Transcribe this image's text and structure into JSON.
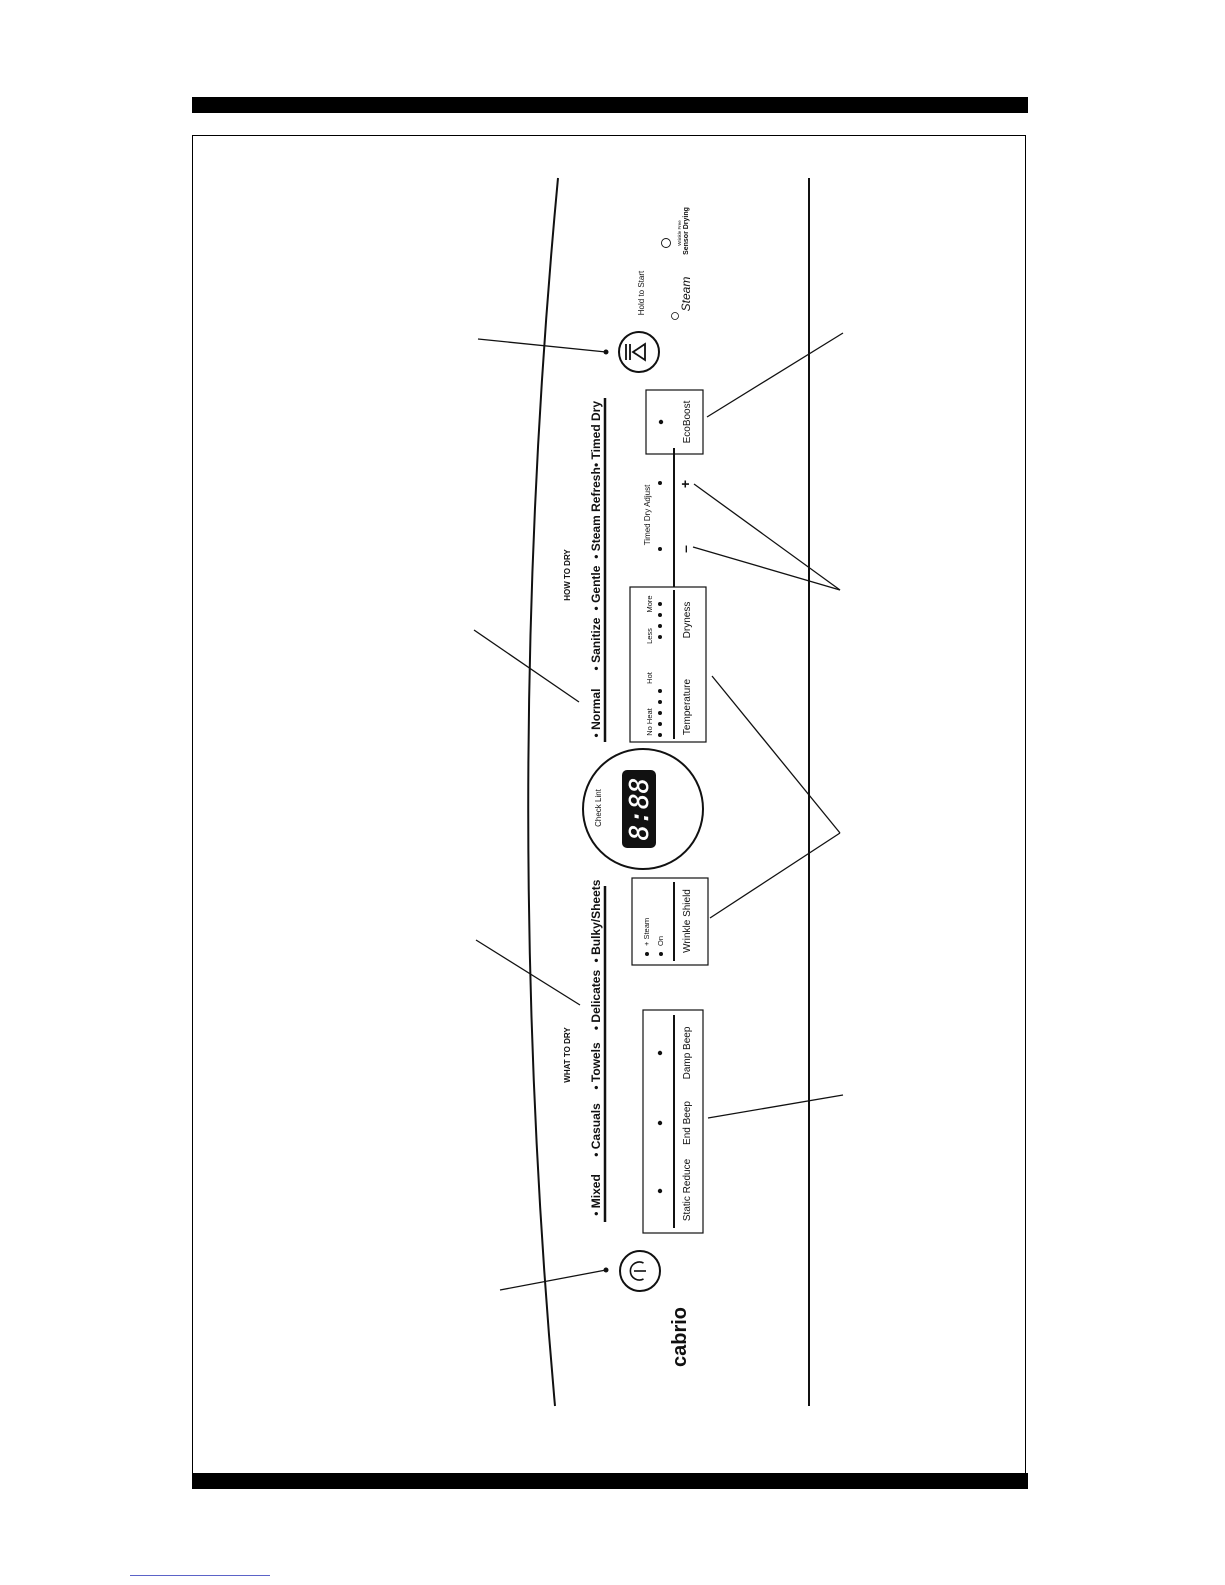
{
  "brand": "cabrio",
  "what_to_dry": {
    "heading": "WHAT TO DRY",
    "cycles": [
      "• Mixed",
      "• Casuals",
      "• Towels",
      "• Delicates",
      "• Bulky/Sheets"
    ]
  },
  "how_to_dry": {
    "heading": "HOW TO DRY",
    "cycles": [
      "• Normal",
      "• Sanitize",
      "• Gentle",
      "• Steam Refresh",
      "• Timed Dry"
    ]
  },
  "options": {
    "static_reduce": "Static Reduce",
    "end_beep": "End Beep",
    "damp_beep": "Damp Beep",
    "wrinkle_shield": "Wrinkle Shield",
    "wrinkle_steam": "+ Steam",
    "wrinkle_on": "On"
  },
  "display": {
    "check_lint": "Check Lint",
    "digits": "8:88"
  },
  "temperature": {
    "label": "Temperature",
    "low": "No Heat",
    "high": "Hot"
  },
  "dryness": {
    "label": "Dryness",
    "low": "Less",
    "high": "More"
  },
  "timed_dry_adjust": {
    "label": "Timed Dry Adjust",
    "minus": "–",
    "plus": "+"
  },
  "ecoboost": "EcoBoost",
  "hold_to_start": "Hold to Start",
  "steam_logo": "Steam",
  "sensor_drying": {
    "line1": "Wrinkle Free",
    "line2": "Sensor Drying"
  }
}
